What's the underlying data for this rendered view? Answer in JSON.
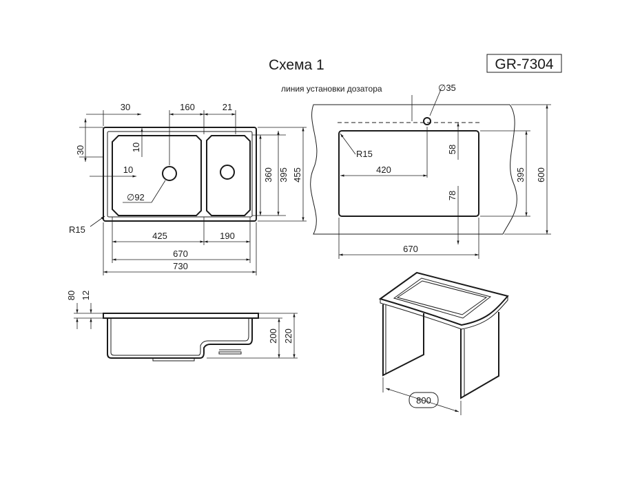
{
  "title": "Схема 1",
  "model": "GR-7304",
  "dispenser_line_label": "линия установки дозатора",
  "colors": {
    "line": "#1a1a1a",
    "background": "#ffffff"
  },
  "top_view": {
    "dims": {
      "left_margin": "30",
      "divider_width": "160",
      "right_margin": "21",
      "top_margin": "30",
      "bowl_top_offset": "10",
      "bowl_left_offset": "10",
      "bowl_height": "360",
      "inner_height": "395",
      "total_height": "455",
      "drain_diameter": "∅92",
      "corner_radius": "R15",
      "big_bowl_width": "425",
      "small_bowl_width": "190",
      "inner_width": "670",
      "total_width": "730"
    }
  },
  "cutout_view": {
    "dims": {
      "hole_diameter": "∅35",
      "corner_radius": "R15",
      "hole_offset": "420",
      "top_offset": "58",
      "bottom_offset": "78",
      "cutout_height": "395",
      "countertop_depth": "600",
      "cutout_width": "670"
    }
  },
  "section_view": {
    "dims": {
      "rim_offset": "80",
      "rim_thickness": "12",
      "depth_inner": "200",
      "depth_total": "220"
    }
  },
  "cabinet_view": {
    "dims": {
      "cabinet_width": "800"
    }
  }
}
